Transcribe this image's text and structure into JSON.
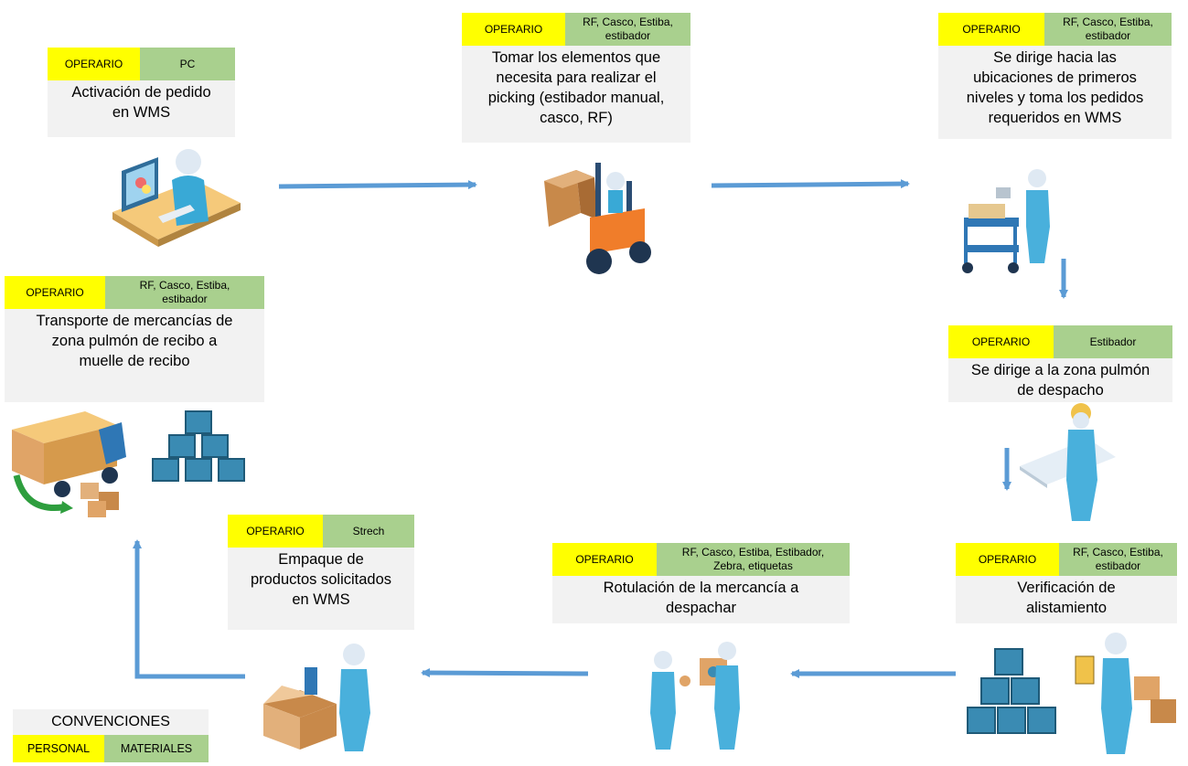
{
  "colors": {
    "personal": "#ffff00",
    "materials": "#a9d08e",
    "card": "#f2f2f2",
    "arrow": "#5b9bd5"
  },
  "steps": [
    {
      "role": "OPERARIO",
      "materials": "PC",
      "text": "Activación de pedido\nen WMS"
    },
    {
      "role": "OPERARIO",
      "materials": "RF, Casco, Estiba,\nestibador",
      "text": "Tomar los elementos que\nnecesita para realizar el\npicking (estibador manual,\ncasco, RF)"
    },
    {
      "role": "OPERARIO",
      "materials": "RF, Casco, Estiba,\nestibador",
      "text": "Se dirige hacia las\nubicaciones de primeros\nniveles y toma los pedidos\nrequeridos en WMS"
    },
    {
      "role": "OPERARIO",
      "materials": "Estibador",
      "text": "Se dirige a la zona pulmón\nde despacho"
    },
    {
      "role": "OPERARIO",
      "materials": "RF, Casco, Estiba,\nestibador",
      "text": "Verificación de\nalistamiento"
    },
    {
      "role": "OPERARIO",
      "materials": "RF, Casco, Estiba, Estibador,\nZebra, etiquetas",
      "text": "Rotulación de la mercancía a\ndespachar"
    },
    {
      "role": "OPERARIO",
      "materials": "Strech",
      "text": "Empaque de\nproductos solicitados\nen WMS"
    },
    {
      "role": "OPERARIO",
      "materials": "RF, Casco, Estiba,\nestibador",
      "text": "Transporte de mercancías de\nzona pulmón de recibo a\nmuelle de recibo"
    }
  ],
  "icons": [
    "computer-user-icon",
    "forklift-icon",
    "cart-picker-icon",
    "engineer-blueprint-icon",
    "boxes-scanner-icon",
    "labeling-workers-icon",
    "packing-box-icon",
    "delivery-truck-icon",
    "box-pyramid-icon"
  ],
  "legend": {
    "title": "CONVENCIONES",
    "personal": "PERSONAL",
    "materials": "MATERIALES"
  }
}
